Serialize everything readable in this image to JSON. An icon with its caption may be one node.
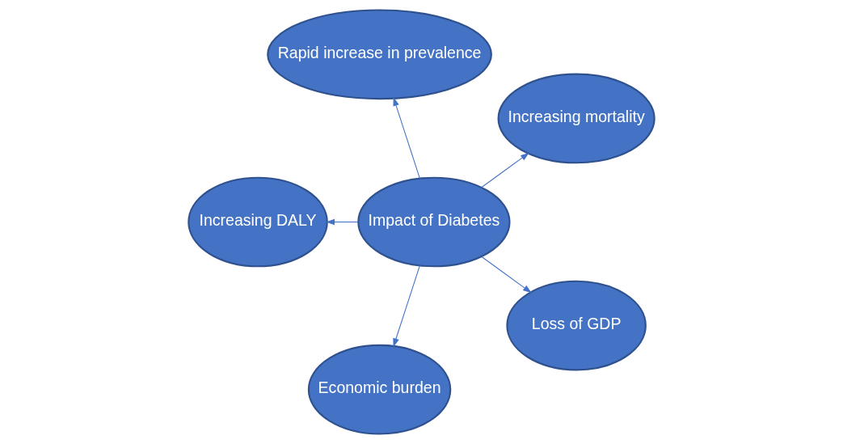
{
  "diagram": {
    "nodes": [
      {
        "text": [
          "Increasing mortality"
        ]
      },
      {
        "text": [
          "Rapid increase in prevalence"
        ]
      },
      {
        "text": [
          "Impact of Diabetes"
        ]
      },
      {
        "text": [
          "Increasing DALY"
        ]
      },
      {
        "text": [
          "Economic burden"
        ]
      },
      {
        "text": [
          "Loss of GDP"
        ]
      }
    ],
    "edges": [
      {
        "from": 2,
        "to": 0,
        "arrow": "to"
      },
      {
        "from": 2,
        "to": 1,
        "arrow": "to"
      },
      {
        "from": 2,
        "to": 3,
        "arrow": "to"
      },
      {
        "from": 2,
        "to": 4,
        "arrow": "to"
      },
      {
        "from": 2,
        "to": 5,
        "arrow": "to"
      }
    ]
  }
}
